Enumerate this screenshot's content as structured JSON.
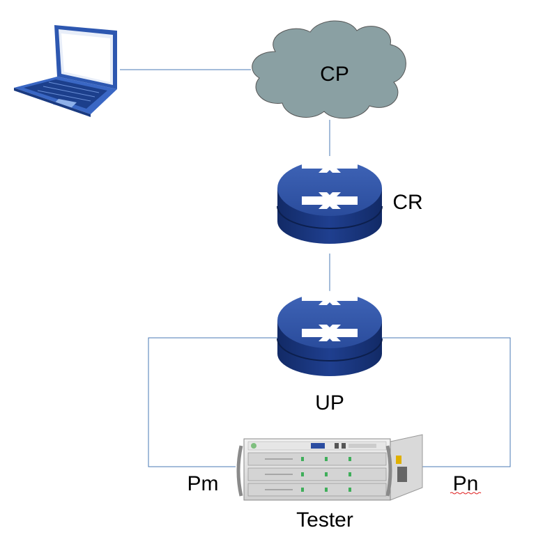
{
  "nodes": {
    "laptop": {
      "icon": "laptop-icon"
    },
    "cp": {
      "label": "CP",
      "icon": "cloud-icon",
      "color": "#8aa0a3"
    },
    "cr": {
      "label": "CR",
      "icon": "router-icon",
      "color": "#1f3f8f"
    },
    "up": {
      "label": "UP",
      "icon": "router-icon",
      "color": "#1f3f8f"
    },
    "tester": {
      "label": "Tester",
      "icon": "tester-chassis-icon"
    }
  },
  "ports": {
    "pm": {
      "label": "Pm"
    },
    "pn": {
      "label": "Pn"
    }
  },
  "link_color": "#4a7ab5"
}
